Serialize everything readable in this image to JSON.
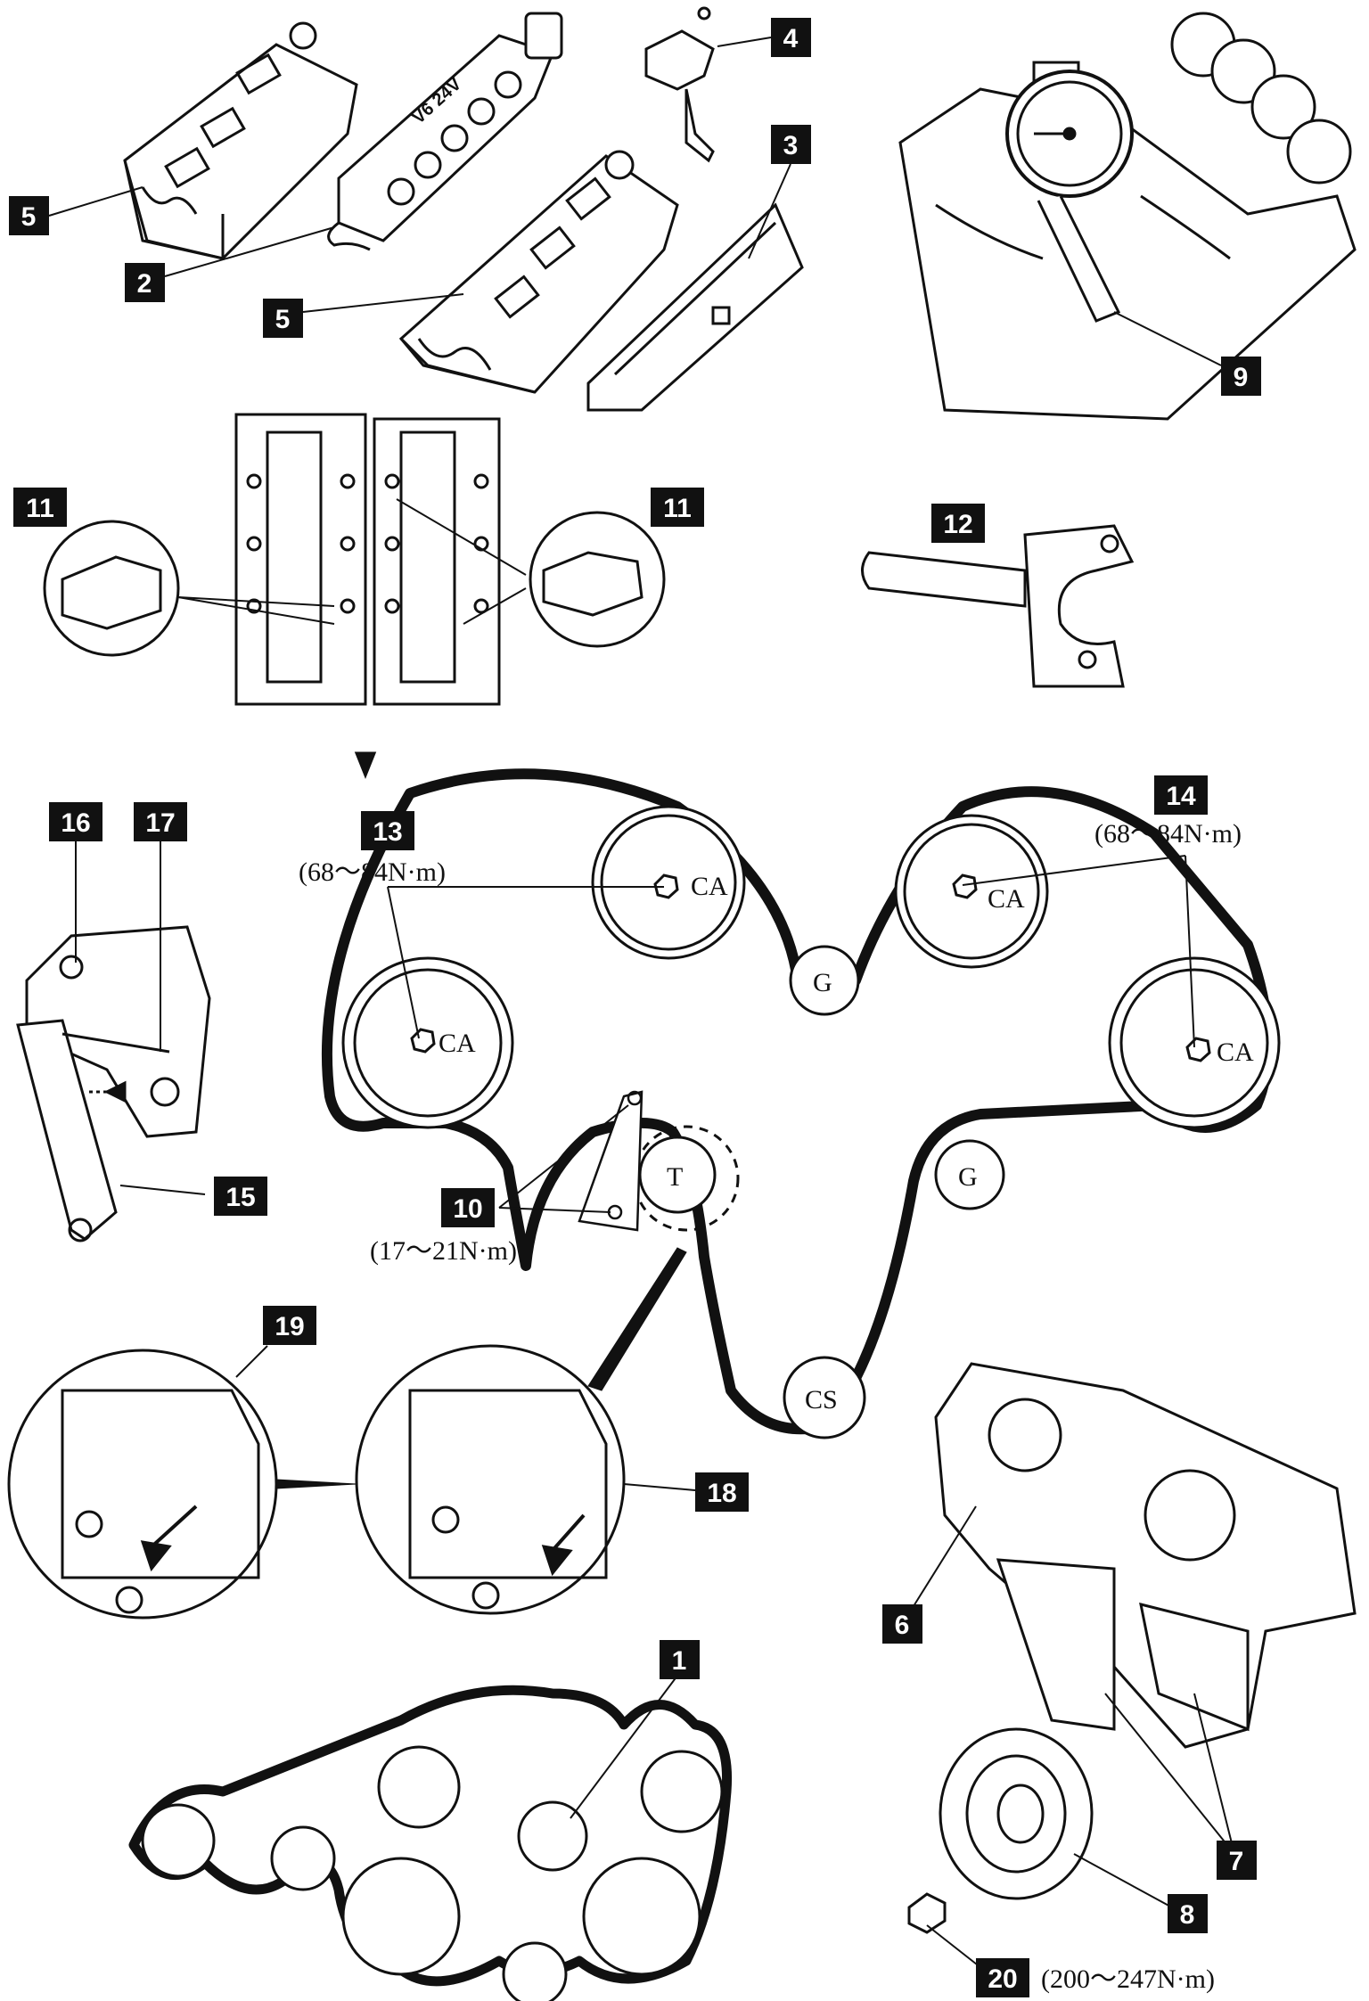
{
  "callouts": {
    "c1": "1",
    "c2": "2",
    "c3": "3",
    "c4": "4",
    "c5a": "5",
    "c5b": "5",
    "c6": "6",
    "c7": "7",
    "c8": "8",
    "c9": "9",
    "c10": "10",
    "c11a": "11",
    "c11b": "11",
    "c12": "12",
    "c13": "13",
    "c14": "14",
    "c15": "15",
    "c16": "16",
    "c17": "17",
    "c18": "18",
    "c19": "19",
    "c20": "20"
  },
  "torques": {
    "t13": "(68～84N·m)",
    "t14": "(68～84N·m)",
    "t10": "(17～21N·m)",
    "t20": "(200～247N·m)"
  },
  "pulleys": {
    "ca": "CA",
    "g": "G",
    "t": "T",
    "cs": "CS"
  },
  "cover_text": "V6 24V"
}
